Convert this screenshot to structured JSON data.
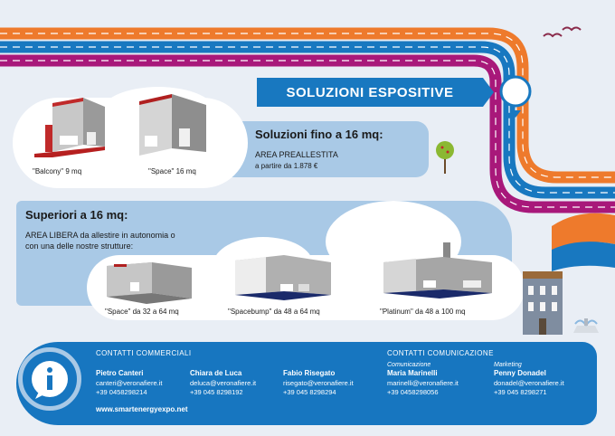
{
  "banner": {
    "title": "SOLUZIONI ESPOSITIVE"
  },
  "small": {
    "heading": "Soluzioni fino a 16 mq:",
    "line1": "AREA PREALLESTITA",
    "line2": "a partire da 1.878 €",
    "booth1": "\"Balcony\" 9 mq",
    "booth2": "\"Space\" 16 mq"
  },
  "large": {
    "heading": "Superiori a 16 mq:",
    "line1": "AREA LIBERA da allestire in autonomia o",
    "line2": "con una delle nostre strutture:",
    "booth1": "\"Space\" da 32 a 64 mq",
    "booth2": "\"Spacebump\" da 48 a 64 mq",
    "booth3": "\"Platinum\" da 48 a 100 mq"
  },
  "contacts": {
    "commercial_title": "CONTATTI COMMERCIALI",
    "communication_title": "CONTATTI COMUNICAZIONE",
    "people": [
      {
        "name": "Pietro Canteri",
        "email": "canteri@veronafiere.it",
        "phone": "+39 0458298214"
      },
      {
        "name": "Chiara de Luca",
        "email": "deluca@veronafiere.it",
        "phone": "+39 045 8298192"
      },
      {
        "name": "Fabio Risegato",
        "email": "risegato@veronafiere.it",
        "phone": "+39 045 8298294"
      },
      {
        "role": "Comunicazione",
        "name": "Maria Marinelli",
        "email": "marinelli@veronafiere.it",
        "phone": "+39 0458298056"
      },
      {
        "role": "Marketing",
        "name": "Penny Donadel",
        "email": "donadel@veronafiere.it",
        "phone": "+39 045 8298271"
      }
    ],
    "website": "www.smartenergyexpo.net"
  },
  "colors": {
    "orange": "#ee7a2c",
    "blue": "#1878c0",
    "purple": "#a8187a",
    "panel": "#a9c9e6",
    "background": "#e9eef5"
  }
}
